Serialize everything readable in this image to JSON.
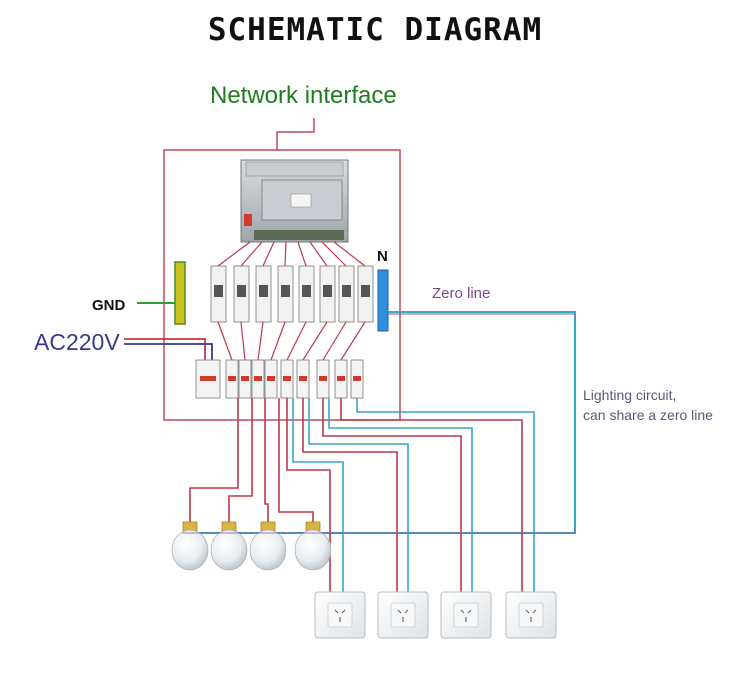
{
  "title": "SCHEMATIC DIAGRAM",
  "labels": {
    "network_interface": "Network interface",
    "gnd": "GND",
    "ac_input": "AC220V",
    "neutral": "N",
    "zero_line": "Zero line",
    "lighting_note_line1": "Lighting circuit,",
    "lighting_note_line2": "can share a zero line"
  },
  "colors": {
    "live_wire": "#c0394b",
    "neutral_wire": "#3aa7c9",
    "zero_line": "#8a5a9a",
    "gnd_wire": "#2e9e3a",
    "enclosure": "#c24a5a",
    "ground_bar": "#c9c21e",
    "neutral_bar": "#2f8fdf"
  },
  "components": {
    "controller_module": "network-controller-module",
    "relay_count": 8,
    "breaker_count": 9,
    "bulb_count": 4,
    "socket_count": 4
  }
}
